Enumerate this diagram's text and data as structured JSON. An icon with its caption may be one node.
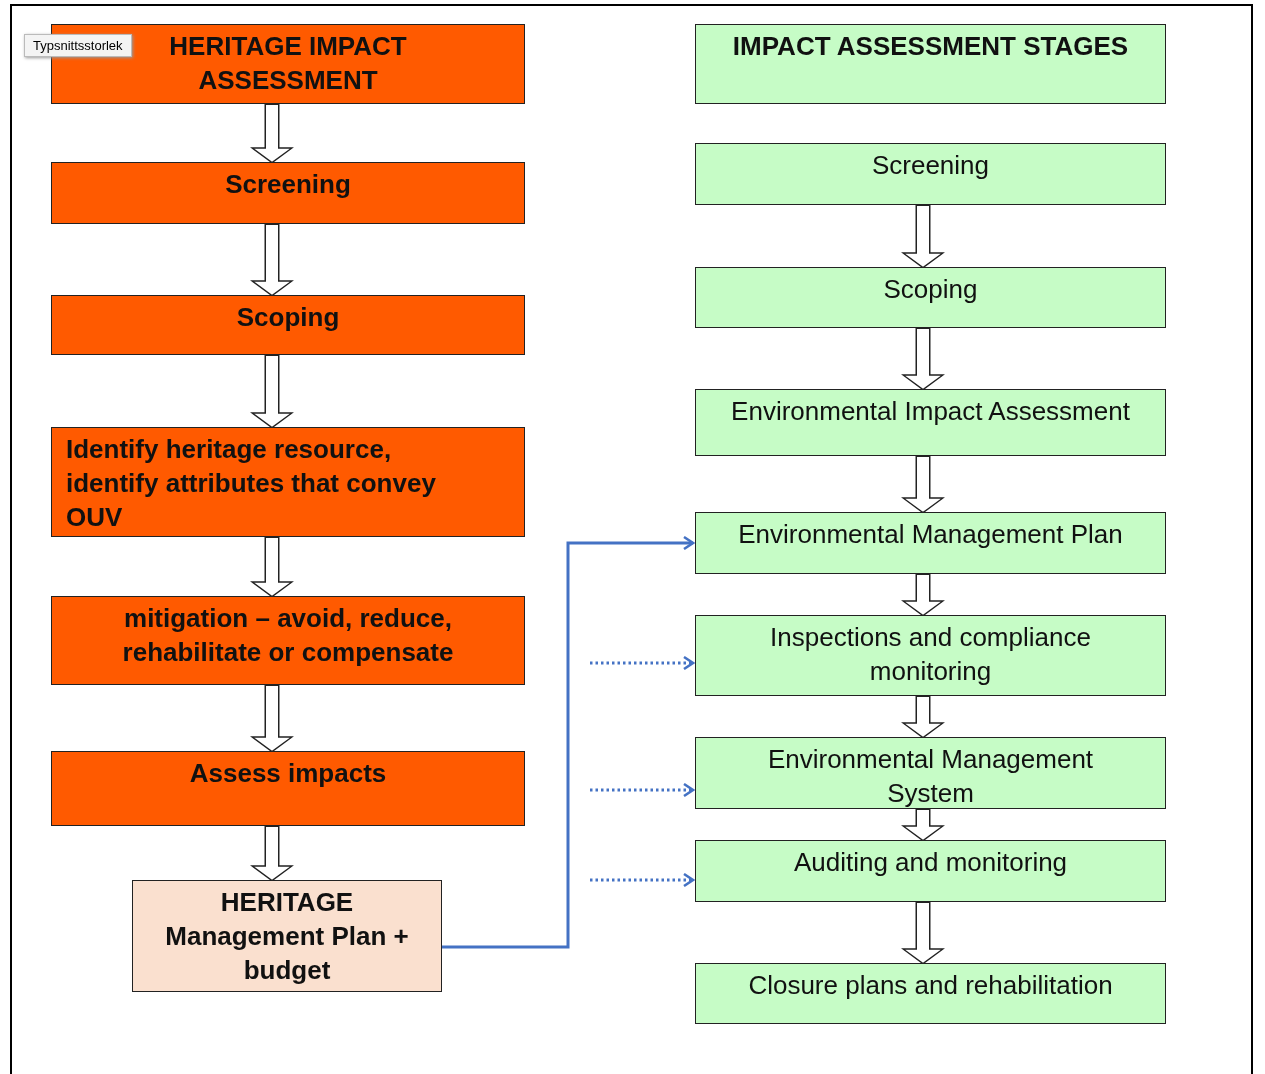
{
  "diagram": {
    "nodes": [
      {
        "text": [
          "HERITAGE IMPACT ASSESSMENT"
        ]
      },
      {
        "text": [
          "Screening"
        ]
      },
      {
        "text": [
          "Scoping"
        ]
      },
      {
        "text": [
          "Identify heritage resource, identify attributes that convey OUV"
        ]
      },
      {
        "text": [
          "mitigation – avoid, reduce, rehabilitate or compensate"
        ]
      },
      {
        "text": [
          "Assess impacts"
        ]
      },
      {
        "text": [
          "HERITAGE Management Plan + budget"
        ]
      },
      {
        "text": [
          "IMPACT ASSESSMENT STAGES"
        ]
      },
      {
        "text": [
          "Screening"
        ]
      },
      {
        "text": [
          "Scoping"
        ]
      },
      {
        "text": [
          "Environmental Impact Assessment"
        ]
      },
      {
        "text": [
          "Environmental Management Plan"
        ]
      },
      {
        "text": [
          "Inspections and compliance monitoring"
        ]
      },
      {
        "text": [
          "Environmental Management System"
        ]
      },
      {
        "text": [
          "Auditing and monitoring"
        ]
      },
      {
        "text": [
          "Closure plans and rehabilitation"
        ]
      }
    ],
    "edges": [
      {
        "from": 0,
        "to": 1,
        "arrow": "to"
      },
      {
        "from": 1,
        "to": 2,
        "arrow": "to"
      },
      {
        "from": 2,
        "to": 3,
        "arrow": "to"
      },
      {
        "from": 3,
        "to": 4,
        "arrow": "to"
      },
      {
        "from": 4,
        "to": 5,
        "arrow": "to"
      },
      {
        "from": 5,
        "to": 6,
        "arrow": "to"
      },
      {
        "from": 8,
        "to": 9,
        "arrow": "to"
      },
      {
        "from": 9,
        "to": 10,
        "arrow": "to"
      },
      {
        "from": 10,
        "to": 11,
        "arrow": "to"
      },
      {
        "from": 11,
        "to": 12,
        "arrow": "to"
      },
      {
        "from": 12,
        "to": 13,
        "arrow": "to"
      },
      {
        "from": 13,
        "to": 14,
        "arrow": "to"
      },
      {
        "from": 14,
        "to": 15,
        "arrow": "to"
      },
      {
        "from": 6,
        "to": 11,
        "arrow": "to",
        "color": "#4472c4"
      },
      {
        "from": null,
        "to": 12,
        "arrow": "to",
        "style": "dashed",
        "color": "#4472c4"
      },
      {
        "from": null,
        "to": 13,
        "arrow": "to",
        "style": "dashed",
        "color": "#4472c4"
      },
      {
        "from": null,
        "to": 14,
        "arrow": "to",
        "style": "dashed",
        "color": "#4472c4"
      }
    ],
    "labels": [
      "Typsnittsstorlek"
    ]
  }
}
